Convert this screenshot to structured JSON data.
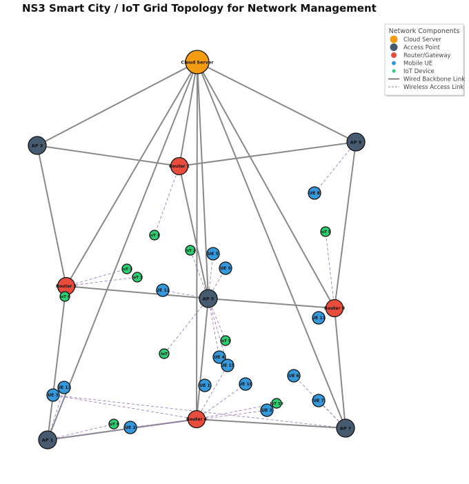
{
  "title": "NS3 Smart City / IoT Grid Topology for Network Management",
  "colors": {
    "cloud": "#f39c12",
    "ap": "#465a70",
    "router": "#e74c3c",
    "ue": "#3498db",
    "iot": "#2ecc71",
    "wired": "#888888",
    "wireless": "#9b7bb8"
  },
  "legend": {
    "title": "Network Components",
    "items": [
      {
        "label": "Cloud Server",
        "kind": "cloud"
      },
      {
        "label": "Access Point",
        "kind": "ap"
      },
      {
        "label": "Router/Gateway",
        "kind": "router"
      },
      {
        "label": "Mobile UE",
        "kind": "ue"
      },
      {
        "label": "IoT Device",
        "kind": "iot"
      },
      {
        "label": "Wired Backbone Link",
        "kind": "wired"
      },
      {
        "label": "Wireless Access Link",
        "kind": "wireless"
      }
    ]
  },
  "nodes": [
    {
      "id": "cloud",
      "label": "Cloud Server",
      "type": "cloud"
    },
    {
      "id": "ap3",
      "label": "AP 3",
      "type": "ap"
    },
    {
      "id": "ap9",
      "label": "AP 9",
      "type": "ap"
    },
    {
      "id": "ap5",
      "label": "AP 5",
      "type": "ap"
    },
    {
      "id": "ap1",
      "label": "AP 1",
      "type": "ap"
    },
    {
      "id": "ap7",
      "label": "AP 7",
      "type": "ap"
    },
    {
      "id": "r_top",
      "label": "Router 1",
      "type": "router"
    },
    {
      "id": "r_left",
      "label": "Router 2",
      "type": "router"
    },
    {
      "id": "r_right",
      "label": "Router 8",
      "type": "router"
    },
    {
      "id": "r_bot",
      "label": "Router 4",
      "type": "router"
    },
    {
      "id": "ue8",
      "label": "UE 8",
      "type": "ue"
    },
    {
      "id": "ue5",
      "label": "UE 5",
      "type": "ue"
    },
    {
      "id": "ue9",
      "label": "UE 9",
      "type": "ue"
    },
    {
      "id": "ue12",
      "label": "UE 12",
      "type": "ue"
    },
    {
      "id": "ue11",
      "label": "UE 11",
      "type": "ue"
    },
    {
      "id": "ue4",
      "label": "UE 4",
      "type": "ue"
    },
    {
      "id": "ue15",
      "label": "UE 15",
      "type": "ue"
    },
    {
      "id": "ue1",
      "label": "UE 1",
      "type": "ue"
    },
    {
      "id": "ue10",
      "label": "UE 10",
      "type": "ue"
    },
    {
      "id": "ue6",
      "label": "UE 6",
      "type": "ue"
    },
    {
      "id": "ue13",
      "label": "UE 13",
      "type": "ue"
    },
    {
      "id": "ue3",
      "label": "UE 3",
      "type": "ue"
    },
    {
      "id": "ue14",
      "label": "UE 3",
      "type": "ue"
    },
    {
      "id": "ue7",
      "label": "UE 7",
      "type": "ue"
    },
    {
      "id": "ue2",
      "label": "UE 2",
      "type": "ue"
    },
    {
      "id": "iot1",
      "label": "IoT 1",
      "type": "iot"
    },
    {
      "id": "iot2",
      "label": "IoT 2",
      "type": "iot"
    },
    {
      "id": "iot5",
      "label": "IoT 5",
      "type": "iot"
    },
    {
      "id": "iot3",
      "label": "IoT 3",
      "type": "iot"
    },
    {
      "id": "iot7",
      "label": "IoT 7",
      "type": "iot"
    },
    {
      "id": "iot8",
      "label": "IoT 8",
      "type": "iot"
    },
    {
      "id": "iot9",
      "label": "IoT 9",
      "type": "iot"
    },
    {
      "id": "iot4",
      "label": "IoT",
      "type": "iot"
    },
    {
      "id": "iot6",
      "label": "IoT 6",
      "type": "iot"
    },
    {
      "id": "iot10",
      "label": "IoT 10",
      "type": "iot"
    }
  ],
  "wired_links": [
    [
      "cloud",
      "ap3"
    ],
    [
      "cloud",
      "ap9"
    ],
    [
      "cloud",
      "r_top"
    ],
    [
      "cloud",
      "r_left"
    ],
    [
      "cloud",
      "ap5"
    ],
    [
      "cloud",
      "ap1"
    ],
    [
      "cloud",
      "r_bot"
    ],
    [
      "cloud",
      "r_right"
    ],
    [
      "cloud",
      "ap7"
    ],
    [
      "ap3",
      "r_top"
    ],
    [
      "ap3",
      "r_left"
    ],
    [
      "r_top",
      "ap9"
    ],
    [
      "r_top",
      "ap5"
    ],
    [
      "ap9",
      "r_right"
    ],
    [
      "r_left",
      "ap5"
    ],
    [
      "ap5",
      "r_right"
    ],
    [
      "r_left",
      "ap1"
    ],
    [
      "ap5",
      "r_bot"
    ],
    [
      "ap1",
      "r_bot"
    ],
    [
      "r_bot",
      "ap7"
    ],
    [
      "r_right",
      "ap7"
    ]
  ],
  "wireless_links": [
    [
      "ap9",
      "ue8"
    ],
    [
      "r_top",
      "iot1"
    ],
    [
      "r_right",
      "iot5"
    ],
    [
      "r_left",
      "iot3"
    ],
    [
      "r_left",
      "iot7"
    ],
    [
      "r_left",
      "iot8"
    ],
    [
      "ap5",
      "iot2"
    ],
    [
      "ap5",
      "ue5"
    ],
    [
      "ap5",
      "ue9"
    ],
    [
      "ap5",
      "ue12"
    ],
    [
      "ap5",
      "iot4"
    ],
    [
      "ap5",
      "iot9"
    ],
    [
      "ap5",
      "ue4"
    ],
    [
      "ap5",
      "ue15"
    ],
    [
      "r_bot",
      "ue10"
    ],
    [
      "r_bot",
      "ue15"
    ],
    [
      "r_bot",
      "ue3"
    ],
    [
      "r_bot",
      "iot10"
    ],
    [
      "ap7",
      "ue6"
    ],
    [
      "ap7",
      "ue7"
    ],
    [
      "ap7",
      "ue3"
    ],
    [
      "ap1",
      "ue14"
    ],
    [
      "ap1",
      "ue13"
    ],
    [
      "ap1",
      "iot6"
    ],
    [
      "r_bot",
      "ue2"
    ]
  ]
}
